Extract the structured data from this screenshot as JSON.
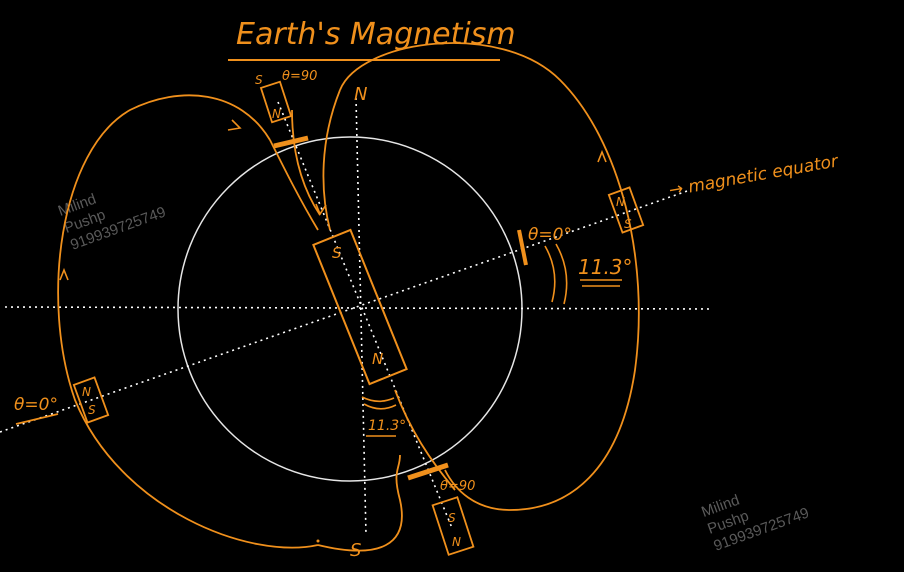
{
  "title": "Earth's Magnetism",
  "labels": {
    "north_top": "N",
    "south_bottom": "S",
    "magnetic_equator": "→ magnetic equator",
    "theta_zero_right": "θ=0°",
    "angle_right": "11.3°",
    "theta_zero_left": "θ=0°",
    "theta_ninety_top": "θ=90",
    "theta_ninety_bottom": "θ=90",
    "angle_center": "11.3°",
    "magnet_top_s": "S",
    "magnet_top_n": "N",
    "core_magnet_s": "S",
    "core_magnet_n": "N",
    "needle_right_n": "N",
    "needle_right_s": "S",
    "needle_left_n": "N",
    "needle_left_s": "S",
    "needle_bottom_s": "S",
    "needle_bottom_n": "N"
  },
  "watermarks": [
    {
      "line1": "Milind",
      "line2": "Pushp",
      "line3": "919939725749"
    },
    {
      "line1": "Milind",
      "line2": "Pushp",
      "line3": "919939725749"
    }
  ],
  "colors": {
    "background": "#000000",
    "ink": "#f0901c",
    "earth": "#e6e6e6",
    "dotted": "#ffffff",
    "watermark": "#5a5a5a"
  }
}
